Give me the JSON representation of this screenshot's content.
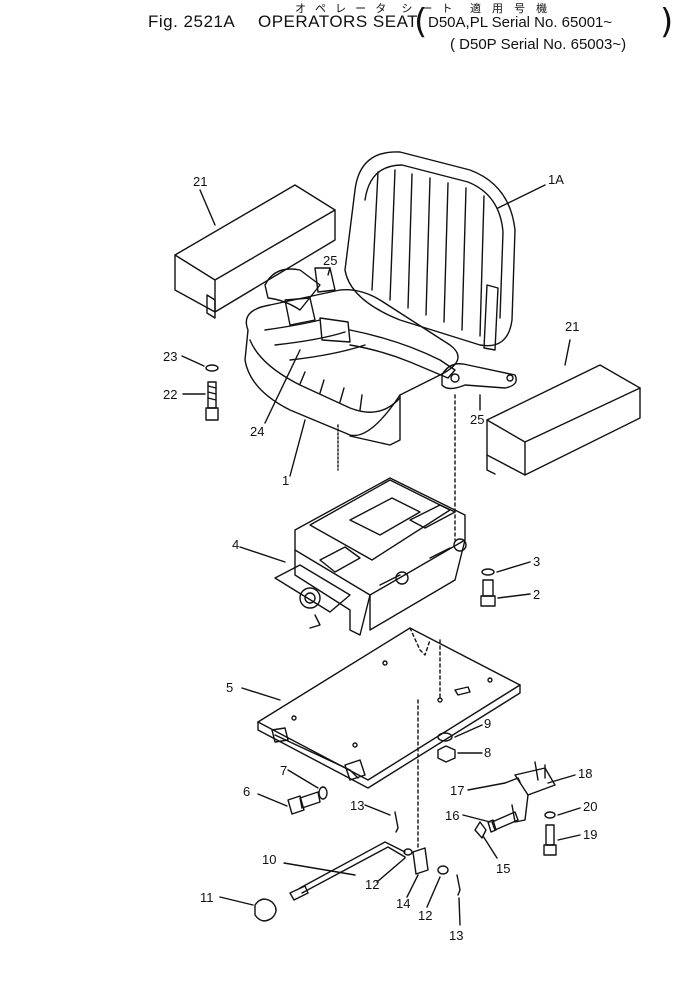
{
  "header": {
    "katakana": "オ ペ レ ー タ  シ ー ト",
    "applicability": "適 用 号 機",
    "fig": "Fig. 2521A",
    "title": "OPERATORS SEAT",
    "serial_1": "D50A,PL Serial No. 65001~",
    "serial_2": "( D50P Serial No. 65003~)"
  },
  "callouts": [
    "21",
    "1A",
    "25",
    "23",
    "22",
    "24",
    "25",
    "21",
    "1",
    "4",
    "3",
    "2",
    "5",
    "9",
    "8",
    "7",
    "6",
    "13",
    "18",
    "17",
    "16",
    "20",
    "19",
    "15",
    "10",
    "12",
    "14",
    "12",
    "11",
    "13"
  ]
}
